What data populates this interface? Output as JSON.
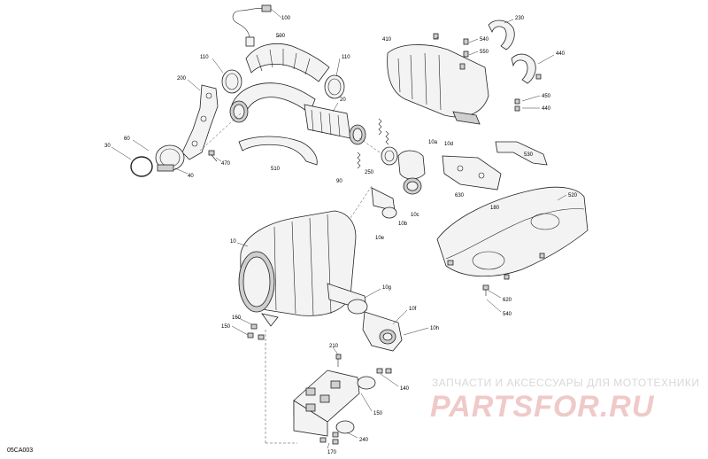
{
  "diagram_code": "05CA003",
  "watermark": {
    "tagline": "ЗАПЧАСТИ И АКСЕССУАРЫ ДЛЯ МОТОТЕХНИКИ",
    "brand": "PARTSFOR.RU"
  },
  "callouts": [
    {
      "id": "c100",
      "text": "100"
    },
    {
      "id": "c500",
      "text": "500"
    },
    {
      "id": "c110a",
      "text": "110"
    },
    {
      "id": "c110b",
      "text": "110"
    },
    {
      "id": "c200",
      "text": "200"
    },
    {
      "id": "c20",
      "text": "20"
    },
    {
      "id": "c60",
      "text": "60"
    },
    {
      "id": "c30",
      "text": "30"
    },
    {
      "id": "c40",
      "text": "40"
    },
    {
      "id": "c470",
      "text": "470"
    },
    {
      "id": "c510",
      "text": "510"
    },
    {
      "id": "c250",
      "text": "250"
    },
    {
      "id": "c90",
      "text": "90"
    },
    {
      "id": "c10a",
      "text": "10a"
    },
    {
      "id": "c10d",
      "text": "10d"
    },
    {
      "id": "c10c",
      "text": "10c"
    },
    {
      "id": "c10b",
      "text": "10b"
    },
    {
      "id": "c10e",
      "text": "10e"
    },
    {
      "id": "c410",
      "text": "410"
    },
    {
      "id": "c540a",
      "text": "540"
    },
    {
      "id": "c550",
      "text": "550"
    },
    {
      "id": "c230",
      "text": "230"
    },
    {
      "id": "c440a",
      "text": "440"
    },
    {
      "id": "c450",
      "text": "450"
    },
    {
      "id": "c440b",
      "text": "440"
    },
    {
      "id": "c530",
      "text": "530"
    },
    {
      "id": "c630",
      "text": "630"
    },
    {
      "id": "c180",
      "text": "180"
    },
    {
      "id": "c520",
      "text": "520"
    },
    {
      "id": "c620",
      "text": "620"
    },
    {
      "id": "c540b",
      "text": "540"
    },
    {
      "id": "c10",
      "text": "10"
    },
    {
      "id": "c10g",
      "text": "10g"
    },
    {
      "id": "c10f",
      "text": "10f"
    },
    {
      "id": "c10h",
      "text": "10h"
    },
    {
      "id": "c160",
      "text": "160"
    },
    {
      "id": "c150a",
      "text": "150"
    },
    {
      "id": "c210",
      "text": "210"
    },
    {
      "id": "c140",
      "text": "140"
    },
    {
      "id": "c150b",
      "text": "150"
    },
    {
      "id": "c240",
      "text": "240"
    },
    {
      "id": "c170",
      "text": "170"
    }
  ]
}
